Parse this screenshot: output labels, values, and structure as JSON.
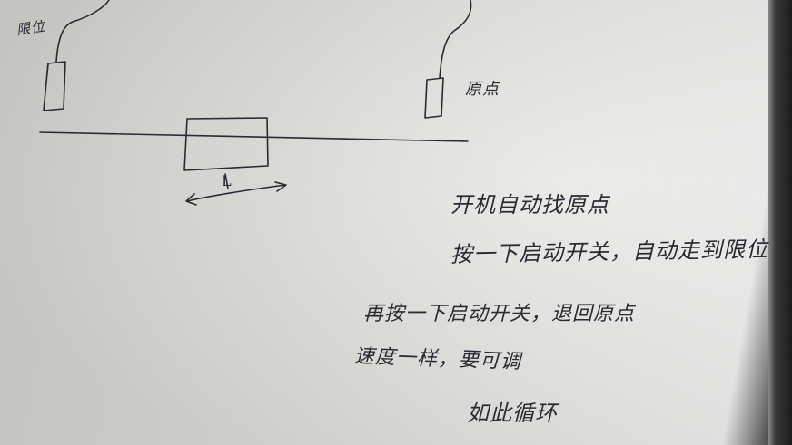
{
  "diagram": {
    "left_sensor_label": "限位",
    "origin_label": "原点",
    "travel_label": "L"
  },
  "notes": [
    "开机自动找原点",
    "按一下启动开关，自动走到限位",
    "再按一下启动开关，退回原点",
    "速度一样，要可调",
    "如此循环"
  ],
  "colors": {
    "ink": "#2a2a32",
    "paper": "#dcdcd8"
  }
}
